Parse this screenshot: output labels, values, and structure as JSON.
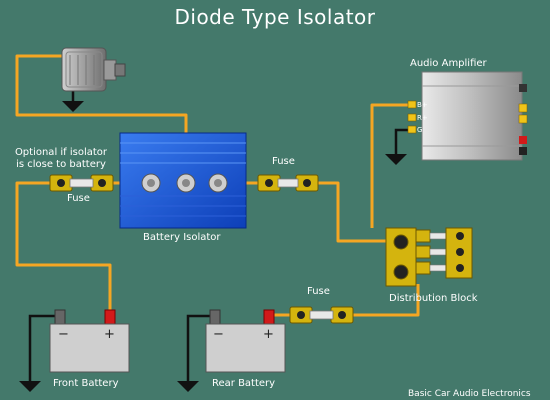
{
  "title": "Diode Type Isolator",
  "labels": {
    "amplifier": "Audio Amplifier",
    "optional_note": "Optional if isolator is close to battery",
    "fuse_front": "Fuse",
    "fuse_isolator": "Fuse",
    "fuse_rear": "Fuse",
    "isolator": "Battery Isolator",
    "distribution": "Distribution Block",
    "front_battery": "Front Battery",
    "rear_battery": "Rear Battery",
    "credit": "Basic Car Audio Electronics"
  },
  "amp_terminals": {
    "b": "B+",
    "r": "R+",
    "g": "G"
  },
  "battery_polarity": {
    "minus": "−",
    "plus": "+"
  },
  "colors": {
    "background": "#44796b",
    "wire": "#f5a623",
    "ground": "#111111",
    "isolator": "#1a56d6",
    "block": "#d4b40e"
  }
}
